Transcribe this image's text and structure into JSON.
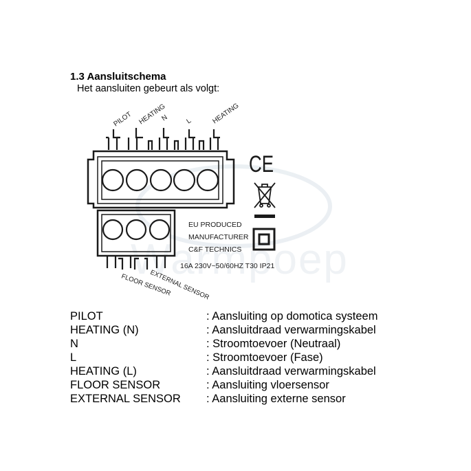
{
  "section": {
    "title": "1.3 Aansluitschema",
    "intro": "Het aansluiten gebeurt als volgt:"
  },
  "diagram": {
    "top_terminals": [
      "PILOT",
      "HEATING",
      "N",
      "L",
      "HEATING"
    ],
    "bottom_terminals": [
      "FLOOR SENSOR",
      "EXTERNAL SENSOR"
    ],
    "device_label": [
      "EU PRODUCED",
      "MANUFACTURER",
      "C&F TECHNICS"
    ],
    "rating": "16A 230V~50/60HZ T30 IP21",
    "marks": {
      "ce": "CE",
      "icons": [
        "ce-mark-icon",
        "weee-bin-icon",
        "double-insulation-icon"
      ]
    },
    "watermark": "Warmpoep"
  },
  "legend": [
    {
      "term": "PILOT",
      "desc": ": Aansluiting op domotica systeem"
    },
    {
      "term": "HEATING (N)",
      "desc": ": Aansluitdraad verwarmingskabel"
    },
    {
      "term": "N",
      "desc": ": Stroomtoevoer (Neutraal)"
    },
    {
      "term": "L",
      "desc": ": Stroomtoevoer (Fase)"
    },
    {
      "term": "HEATING (L)",
      "desc": ": Aansluitdraad verwarmingskabel"
    },
    {
      "term": "FLOOR SENSOR",
      "desc": ": Aansluiting vloersensor"
    },
    {
      "term": "EXTERNAL SENSOR",
      "desc": ": Aansluiting externe sensor"
    }
  ],
  "colors": {
    "ink": "#1a1a1a",
    "watermark": "#dbe3ea"
  }
}
